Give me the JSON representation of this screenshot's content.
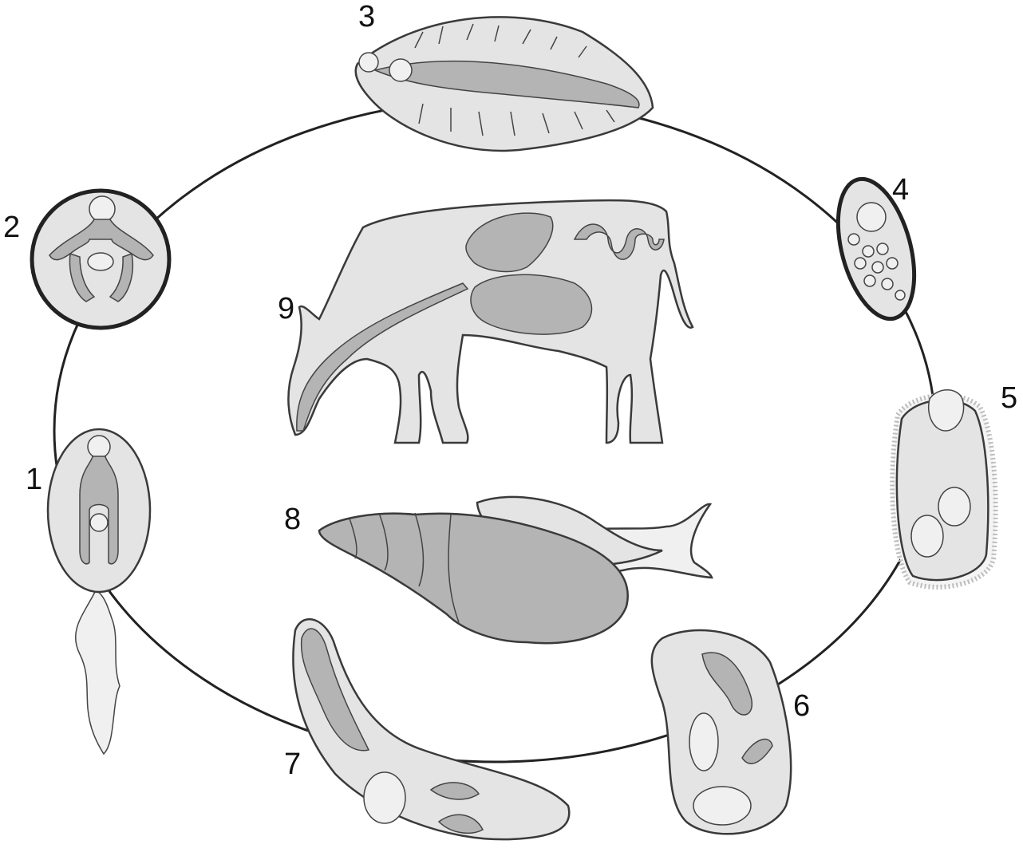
{
  "diagram": {
    "stages": [
      {
        "label": "1"
      },
      {
        "label": "2"
      },
      {
        "label": "3"
      },
      {
        "label": "4"
      },
      {
        "label": "5"
      },
      {
        "label": "6"
      },
      {
        "label": "7"
      },
      {
        "label": "8"
      },
      {
        "label": "9"
      }
    ]
  }
}
